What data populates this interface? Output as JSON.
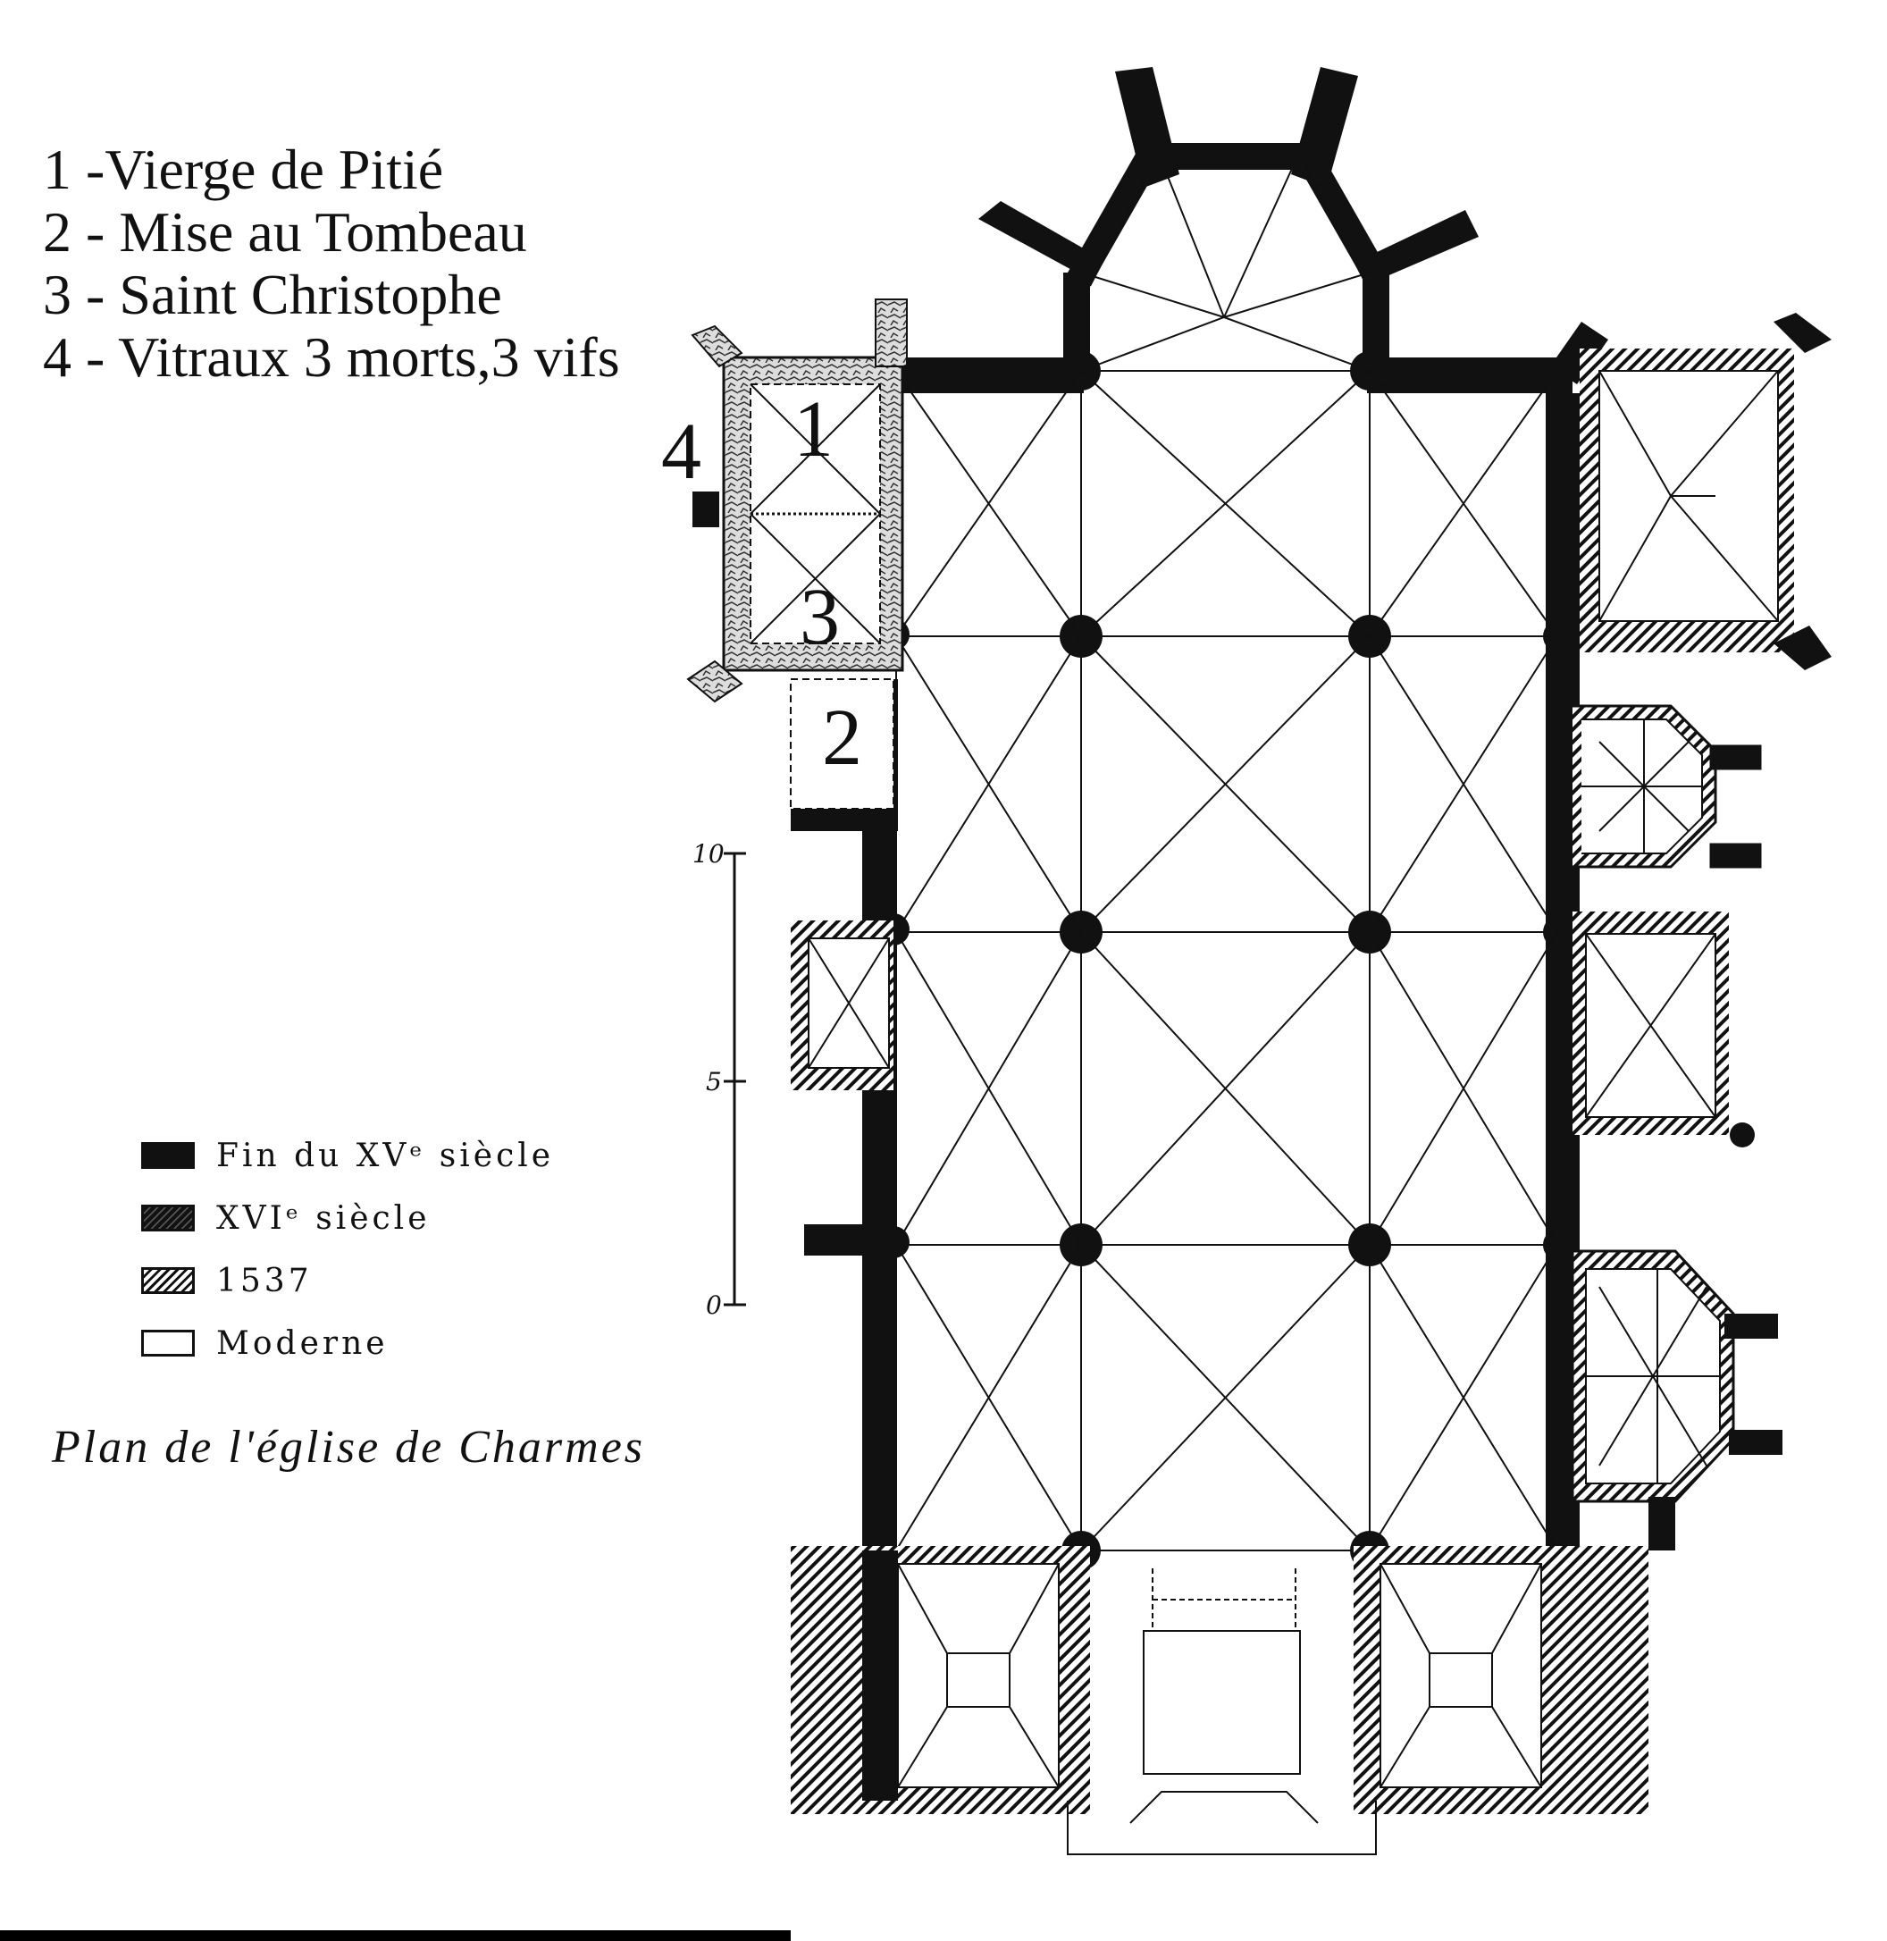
{
  "key_list": [
    "1 -Vierge de Pitié",
    "2 - Mise au Tombeau",
    "3 - Saint Christophe",
    "4 - Vitraux 3 morts,3 vifs"
  ],
  "plan_markers": [
    "1",
    "2",
    "3",
    "4"
  ],
  "scale_labels": [
    "10",
    "5",
    "0"
  ],
  "legend": [
    {
      "label": "Fin du XVᵉ siècle",
      "style": "black"
    },
    {
      "label": "XVIᵉ siècle",
      "style": "dark"
    },
    {
      "label": "1537",
      "style": "hatched"
    },
    {
      "label": "Moderne",
      "style": "white"
    }
  ],
  "caption": "Plan de l'église de Charmes",
  "colors": {
    "ink": "#111111",
    "paper": "#ffffff"
  }
}
